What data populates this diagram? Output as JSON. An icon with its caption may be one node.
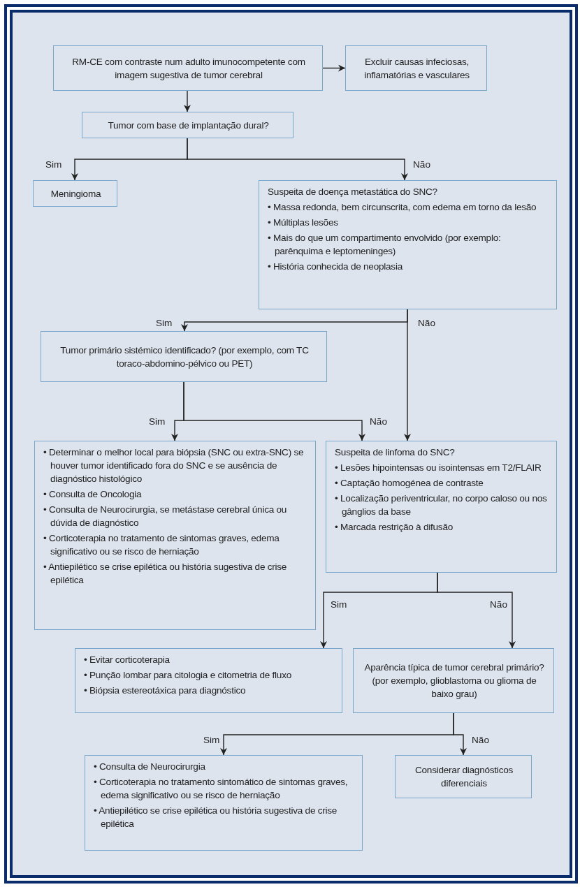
{
  "diagram": {
    "nodes": [
      {
        "text": [
          "RM-CE com contraste num adulto imunocompetente com imagem sugestiva de tumor cerebral"
        ]
      },
      {
        "text": [
          "Excluir causas infeciosas, inflamatórias e vasculares"
        ]
      },
      {
        "text": [
          "Tumor com base de implantação dural?"
        ]
      },
      {
        "text": [
          "Meningioma"
        ]
      },
      {
        "text": [
          "Suspeita de doença metastática do SNC?",
          "• Massa redonda, bem circunscrita, com edema em torno da lesão",
          "• Múltiplas lesões",
          "• Mais do que um compartimento envolvido (por exemplo: parênquima e leptomeninges)",
          "• História conhecida de neoplasia"
        ]
      },
      {
        "text": [
          "Tumor primário sistémico identificado? (por exemplo, com TC toraco-abdomino-pélvico ou PET)"
        ]
      },
      {
        "text": [
          "• Determinar o melhor local para biópsia (SNC ou extra-SNC) se houver tumor identificado fora do SNC e se ausência de diagnóstico histológico",
          "• Consulta de Oncologia",
          "• Consulta de Neurocirurgia, se metástase cerebral única ou dúvida de diagnóstico",
          "• Corticoterapia no tratamento de sintomas graves, edema significativo ou se risco de herniação",
          "• Antiepilético se crise epilética ou história sugestiva de crise epilética"
        ]
      },
      {
        "text": [
          "Suspeita de linfoma do SNC?",
          "• Lesões hipointensas ou isointensas em T2/FLAIR",
          "• Captação homogénea de contraste",
          "• Localização periventricular, no corpo caloso ou nos gânglios da base",
          "• Marcada restrição à difusão"
        ]
      },
      {
        "text": [
          "• Evitar corticoterapia",
          "• Punção lombar para citologia e citometria de fluxo",
          "• Biópsia estereotáxica para diagnóstico"
        ]
      },
      {
        "text": [
          "Aparência típica de tumor cerebral primário? (por exemplo, glioblastoma ou glioma de baixo grau)"
        ]
      },
      {
        "text": [
          "• Consulta de Neurocirurgia",
          "• Corticoterapia no tratamento sintomático de sintomas graves, edema significativo ou se risco de herniação",
          "• Antiepilético se crise epilética ou história sugestiva de crise epilética"
        ]
      },
      {
        "text": [
          "Considerar diagnósticos diferenciais"
        ]
      }
    ],
    "edges": [
      {
        "from": 0,
        "to": 1,
        "arrow": "to"
      },
      {
        "from": 0,
        "to": 2,
        "arrow": "to"
      },
      {
        "from": 2,
        "to": 3,
        "arrow": "to",
        "label": "Sim"
      },
      {
        "from": 2,
        "to": 4,
        "arrow": "to",
        "label": "Não"
      },
      {
        "from": 4,
        "to": 5,
        "arrow": "to",
        "label": "Sim"
      },
      {
        "from": 4,
        "to": 7,
        "arrow": "to",
        "label": "Não"
      },
      {
        "from": 5,
        "to": 6,
        "arrow": "to",
        "label": "Sim"
      },
      {
        "from": 5,
        "to": 7,
        "arrow": "to",
        "label": "Não"
      },
      {
        "from": 7,
        "to": 8,
        "arrow": "to",
        "label": "Sim"
      },
      {
        "from": 7,
        "to": 9,
        "arrow": "to",
        "label": "Não"
      },
      {
        "from": 9,
        "to": 10,
        "arrow": "to",
        "label": "Sim"
      },
      {
        "from": 9,
        "to": 11,
        "arrow": "to",
        "label": "Não"
      }
    ]
  }
}
